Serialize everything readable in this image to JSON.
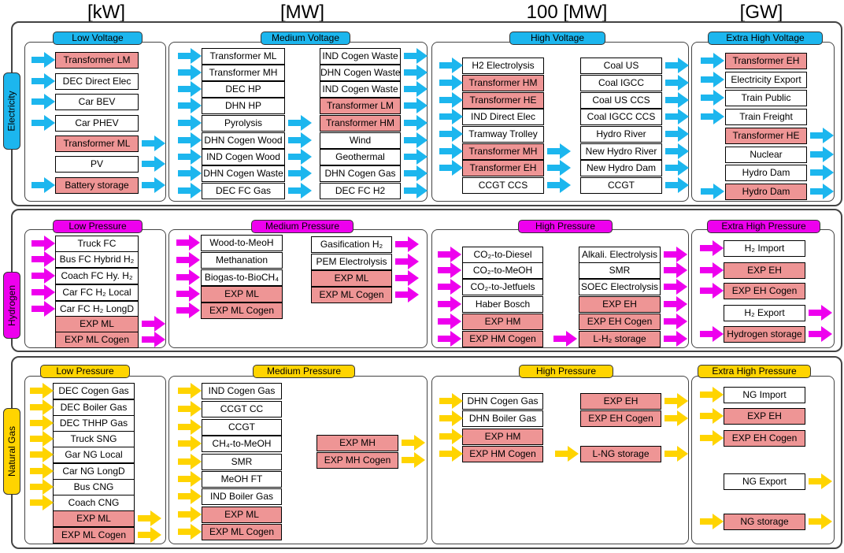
{
  "units": [
    "[kW]",
    "[MW]",
    "100 [MW]",
    "[GW]"
  ],
  "colors": {
    "electricity": "#1cb6ee",
    "hydrogen": "#ee00ee",
    "natural_gas": "#ffd400",
    "highlight": "#ee9595"
  },
  "rows": [
    {
      "label": "Electricity",
      "colorKey": "electricity",
      "levels": [
        {
          "title": "Low Voltage",
          "nodes": [
            {
              "label": "Transformer LM",
              "hl": true,
              "in": true,
              "out": false
            },
            {
              "label": "DEC Direct Elec",
              "hl": false,
              "in": true,
              "out": false
            },
            {
              "label": "Car BEV",
              "hl": false,
              "in": true,
              "out": false
            },
            {
              "label": "Car PHEV",
              "hl": false,
              "in": true,
              "out": false
            },
            {
              "label": "Transformer ML",
              "hl": true,
              "in": false,
              "out": true
            },
            {
              "label": "PV",
              "hl": false,
              "in": false,
              "out": true
            },
            {
              "label": "Battery storage",
              "hl": true,
              "in": true,
              "out": true
            }
          ]
        },
        {
          "title": "Medium Voltage",
          "nodes": [
            {
              "label": "Transformer ML",
              "hl": false,
              "in": true,
              "out": false
            },
            {
              "label": "Transformer MH",
              "hl": false,
              "in": true,
              "out": false
            },
            {
              "label": "DEC HP",
              "hl": false,
              "in": true,
              "out": false
            },
            {
              "label": "DHN HP",
              "hl": false,
              "in": true,
              "out": false
            },
            {
              "label": "Pyrolysis",
              "hl": false,
              "in": true,
              "out": true
            },
            {
              "label": "DHN Cogen Wood",
              "hl": false,
              "in": true,
              "out": true
            },
            {
              "label": "IND Cogen Wood",
              "hl": false,
              "in": true,
              "out": true
            },
            {
              "label": "DHN Cogen Waste",
              "hl": false,
              "in": true,
              "out": true
            },
            {
              "label": "DEC FC Gas",
              "hl": false,
              "in": true,
              "out": true
            },
            {
              "label": "IND Cogen Waste",
              "hl": false,
              "in": false,
              "out": true
            },
            {
              "label": "DHN Cogen Waste",
              "hl": false,
              "in": false,
              "out": true
            },
            {
              "label": "IND Cogen Waste",
              "hl": false,
              "in": false,
              "out": true
            },
            {
              "label": "Transformer LM",
              "hl": true,
              "in": false,
              "out": true
            },
            {
              "label": "Transformer HM",
              "hl": true,
              "in": false,
              "out": true
            },
            {
              "label": "Wind",
              "hl": false,
              "in": false,
              "out": true
            },
            {
              "label": "Geothermal",
              "hl": false,
              "in": false,
              "out": true
            },
            {
              "label": "DHN Cogen Gas",
              "hl": false,
              "in": false,
              "out": true
            },
            {
              "label": "DEC FC H2",
              "hl": false,
              "in": false,
              "out": true
            }
          ]
        },
        {
          "title": "High Voltage",
          "nodes": [
            {
              "label": "H2 Electrolysis",
              "hl": false,
              "in": true,
              "out": false
            },
            {
              "label": "Transformer HM",
              "hl": true,
              "in": true,
              "out": false
            },
            {
              "label": "Transformer HE",
              "hl": true,
              "in": true,
              "out": false
            },
            {
              "label": "IND Direct Elec",
              "hl": false,
              "in": true,
              "out": false
            },
            {
              "label": "Tramway Trolley",
              "hl": false,
              "in": true,
              "out": false
            },
            {
              "label": "Transformer MH",
              "hl": true,
              "in": true,
              "out": true
            },
            {
              "label": "Transformer EH",
              "hl": true,
              "in": true,
              "out": true
            },
            {
              "label": "CCGT CCS",
              "hl": false,
              "in": false,
              "out": true
            },
            {
              "label": "Coal US",
              "hl": false,
              "in": false,
              "out": true
            },
            {
              "label": "Coal IGCC",
              "hl": false,
              "in": false,
              "out": true
            },
            {
              "label": "Coal US CCS",
              "hl": false,
              "in": false,
              "out": true
            },
            {
              "label": "Coal IGCC CCS",
              "hl": false,
              "in": false,
              "out": true
            },
            {
              "label": "Hydro River",
              "hl": false,
              "in": false,
              "out": true
            },
            {
              "label": "New Hydro River",
              "hl": false,
              "in": false,
              "out": true
            },
            {
              "label": "New Hydro Dam",
              "hl": false,
              "in": false,
              "out": true
            },
            {
              "label": "CCGT",
              "hl": false,
              "in": false,
              "out": true
            }
          ]
        },
        {
          "title": "Extra High Voltage",
          "nodes": [
            {
              "label": "Transformer EH",
              "hl": true,
              "in": true,
              "out": false
            },
            {
              "label": "Electricity Export",
              "hl": false,
              "in": true,
              "out": false
            },
            {
              "label": "Train Public",
              "hl": false,
              "in": true,
              "out": false
            },
            {
              "label": "Train Freight",
              "hl": false,
              "in": true,
              "out": false
            },
            {
              "label": "Transformer HE",
              "hl": true,
              "in": false,
              "out": true
            },
            {
              "label": "Nuclear",
              "hl": false,
              "in": false,
              "out": true
            },
            {
              "label": "Hydro Dam",
              "hl": false,
              "in": false,
              "out": true
            },
            {
              "label": "Hydro Dam",
              "hl": true,
              "in": true,
              "out": true
            }
          ]
        }
      ]
    },
    {
      "label": "Hydrogen",
      "colorKey": "hydrogen",
      "levels": [
        {
          "title": "Low Pressure",
          "nodes": [
            {
              "label": "Truck FC",
              "hl": false,
              "in": true,
              "out": false
            },
            {
              "label": "Bus FC Hybrid H₂",
              "hl": false,
              "in": true,
              "out": false
            },
            {
              "label": "Coach FC Hy. H₂",
              "hl": false,
              "in": true,
              "out": false
            },
            {
              "label": "Car FC H₂ Local",
              "hl": false,
              "in": true,
              "out": false
            },
            {
              "label": "Car FC H₂ LongD",
              "hl": false,
              "in": true,
              "out": false
            },
            {
              "label": "EXP ML",
              "hl": true,
              "in": false,
              "out": true
            },
            {
              "label": "EXP ML Cogen",
              "hl": true,
              "in": false,
              "out": true
            }
          ]
        },
        {
          "title": "Medium Pressure",
          "nodes": [
            {
              "label": "Wood-to-MeoH",
              "hl": false,
              "in": true,
              "out": false
            },
            {
              "label": "Methanation",
              "hl": false,
              "in": true,
              "out": false
            },
            {
              "label": "Biogas-to-BioCH₄",
              "hl": false,
              "in": true,
              "out": false
            },
            {
              "label": "EXP ML",
              "hl": true,
              "in": true,
              "out": false
            },
            {
              "label": "EXP ML Cogen",
              "hl": true,
              "in": true,
              "out": false
            },
            {
              "label": "Gasification H₂",
              "hl": false,
              "in": false,
              "out": true
            },
            {
              "label": "PEM Electrolysis",
              "hl": false,
              "in": false,
              "out": true
            },
            {
              "label": "EXP ML",
              "hl": true,
              "in": false,
              "out": true
            },
            {
              "label": "EXP ML Cogen",
              "hl": true,
              "in": false,
              "out": true
            }
          ]
        },
        {
          "title": "High Pressure",
          "nodes": [
            {
              "label": "CO₂-to-Diesel",
              "hl": false,
              "in": true,
              "out": false
            },
            {
              "label": "CO₂-to-MeOH",
              "hl": false,
              "in": true,
              "out": false
            },
            {
              "label": "CO₂-to-Jetfuels",
              "hl": false,
              "in": true,
              "out": false
            },
            {
              "label": "Haber Bosch",
              "hl": false,
              "in": true,
              "out": false
            },
            {
              "label": "EXP HM",
              "hl": true,
              "in": true,
              "out": false
            },
            {
              "label": "EXP HM Cogen",
              "hl": true,
              "in": true,
              "out": false
            },
            {
              "label": "Alkali. Electrolysis",
              "hl": false,
              "in": false,
              "out": true
            },
            {
              "label": "SMR",
              "hl": false,
              "in": false,
              "out": true
            },
            {
              "label": "SOEC Electrolysis",
              "hl": false,
              "in": false,
              "out": true
            },
            {
              "label": "EXP EH",
              "hl": true,
              "in": false,
              "out": true
            },
            {
              "label": "EXP EH Cogen",
              "hl": true,
              "in": false,
              "out": true
            },
            {
              "label": "L-H₂ storage",
              "hl": true,
              "in": true,
              "out": true
            }
          ]
        },
        {
          "title": "Extra High Pressure",
          "nodes": [
            {
              "label": "H₂ Import",
              "hl": false,
              "in": true,
              "out": false
            },
            {
              "label": "EXP EH",
              "hl": true,
              "in": true,
              "out": false
            },
            {
              "label": "EXP EH Cogen",
              "hl": true,
              "in": true,
              "out": false
            },
            {
              "label": "H₂ Export",
              "hl": false,
              "in": false,
              "out": true
            },
            {
              "label": "Hydrogen storage",
              "hl": true,
              "in": true,
              "out": true
            }
          ]
        }
      ]
    },
    {
      "label": "Natural Gas",
      "colorKey": "natural_gas",
      "levels": [
        {
          "title": "Low Pressure",
          "nodes": [
            {
              "label": "DEC Cogen Gas",
              "hl": false,
              "in": true,
              "out": false
            },
            {
              "label": "DEC Boiler Gas",
              "hl": false,
              "in": true,
              "out": false
            },
            {
              "label": "DEC THHP Gas",
              "hl": false,
              "in": true,
              "out": false
            },
            {
              "label": "Truck SNG",
              "hl": false,
              "in": true,
              "out": false
            },
            {
              "label": "Gar NG Local",
              "hl": false,
              "in": true,
              "out": false
            },
            {
              "label": "Car NG LongD",
              "hl": false,
              "in": true,
              "out": false
            },
            {
              "label": "Bus CNG",
              "hl": false,
              "in": true,
              "out": false
            },
            {
              "label": "Coach CNG",
              "hl": false,
              "in": true,
              "out": false
            },
            {
              "label": "EXP ML",
              "hl": true,
              "in": false,
              "out": true
            },
            {
              "label": "EXP ML Cogen",
              "hl": true,
              "in": false,
              "out": true
            }
          ]
        },
        {
          "title": "Medium Pressure",
          "nodes": [
            {
              "label": "IND Cogen Gas",
              "hl": false,
              "in": true,
              "out": false
            },
            {
              "label": "CCGT CC",
              "hl": false,
              "in": true,
              "out": false
            },
            {
              "label": "CCGT",
              "hl": false,
              "in": true,
              "out": false
            },
            {
              "label": "CH₄-to-MeOH",
              "hl": false,
              "in": true,
              "out": false
            },
            {
              "label": "SMR",
              "hl": false,
              "in": true,
              "out": false
            },
            {
              "label": "MeOH FT",
              "hl": false,
              "in": true,
              "out": false
            },
            {
              "label": "IND Boiler Gas",
              "hl": false,
              "in": true,
              "out": false
            },
            {
              "label": "EXP ML",
              "hl": true,
              "in": true,
              "out": false
            },
            {
              "label": "EXP ML Cogen",
              "hl": true,
              "in": true,
              "out": false
            },
            {
              "label": "EXP MH",
              "hl": true,
              "in": false,
              "out": true
            },
            {
              "label": "EXP MH Cogen",
              "hl": true,
              "in": false,
              "out": true
            }
          ]
        },
        {
          "title": "High Pressure",
          "nodes": [
            {
              "label": "DHN Cogen Gas",
              "hl": false,
              "in": true,
              "out": false
            },
            {
              "label": "DHN Boiler Gas",
              "hl": false,
              "in": true,
              "out": false
            },
            {
              "label": "EXP HM",
              "hl": true,
              "in": true,
              "out": false
            },
            {
              "label": "EXP HM Cogen",
              "hl": true,
              "in": true,
              "out": false
            },
            {
              "label": "EXP EH",
              "hl": true,
              "in": false,
              "out": true
            },
            {
              "label": "EXP EH Cogen",
              "hl": true,
              "in": false,
              "out": true
            },
            {
              "label": "L-NG storage",
              "hl": true,
              "in": true,
              "out": true
            }
          ]
        },
        {
          "title": "Extra High Pressure",
          "nodes": [
            {
              "label": "NG Import",
              "hl": false,
              "in": true,
              "out": false
            },
            {
              "label": "EXP EH",
              "hl": true,
              "in": true,
              "out": false
            },
            {
              "label": "EXP EH Cogen",
              "hl": true,
              "in": true,
              "out": false
            },
            {
              "label": "NG Export",
              "hl": false,
              "in": false,
              "out": true
            },
            {
              "label": "NG storage",
              "hl": true,
              "in": true,
              "out": true
            }
          ]
        }
      ]
    }
  ]
}
